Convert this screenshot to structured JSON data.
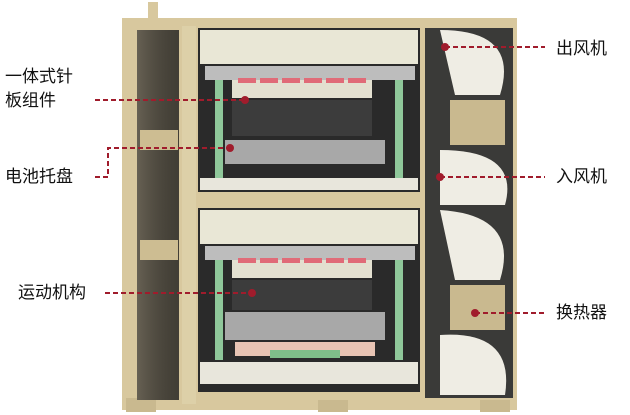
{
  "labels": {
    "needle_plate_line1": "一体式针",
    "needle_plate_line2": "板组件",
    "battery_tray": "电池托盘",
    "motion_mechanism": "运动机构",
    "exhaust_fan": "出风机",
    "intake_fan": "入风机",
    "heat_exchanger": "换热器"
  },
  "colors": {
    "leader": "#a01c2c",
    "frame": "#d8c89e",
    "frame_dark": "#b8a77c"
  }
}
